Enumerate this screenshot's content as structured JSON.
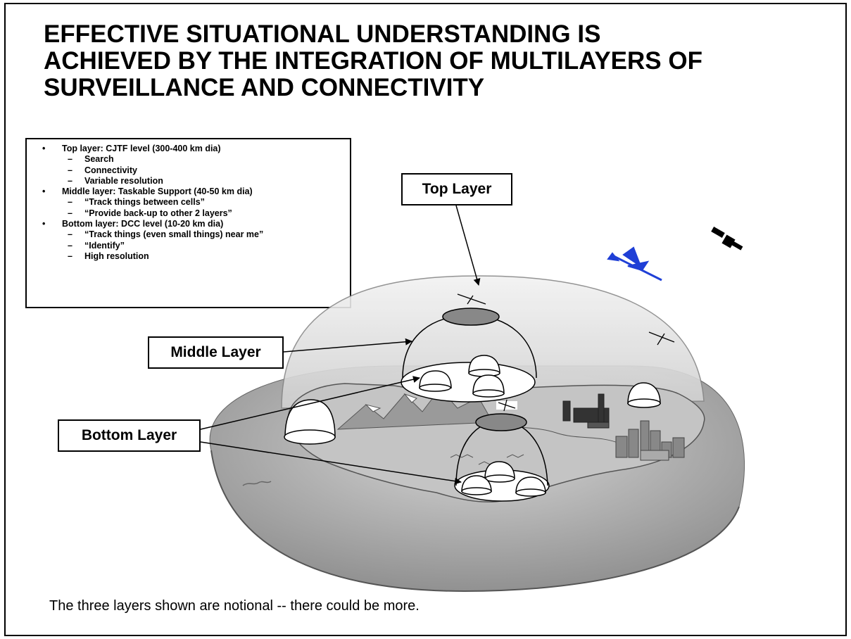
{
  "title": {
    "line1": "EFFECTIVE SITUATIONAL UNDERSTANDING IS",
    "line2": "ACHIEVED BY THE INTEGRATION OF MULTILAYERS OF",
    "line3": "SURVEILLANCE AND CONNECTIVITY"
  },
  "bullets": {
    "top": "Top layer:  CJTF level (300-400 km dia)",
    "top_items": [
      "Search",
      "Connectivity",
      "Variable resolution"
    ],
    "middle": "Middle layer:  Taskable Support (40-50 km dia)",
    "middle_items": [
      "“Track things between cells”",
      "“Provide back-up to other 2 layers”"
    ],
    "bottom": "Bottom layer:  DCC level (10-20 km dia)",
    "bottom_items": [
      "“Track things (even small things) near me”",
      "“Identify”",
      "High resolution"
    ]
  },
  "labels": {
    "top": "Top Layer",
    "middle": "Middle Layer",
    "bottom": "Bottom Layer"
  },
  "caption": "The three layers shown are notional -- there could be more.",
  "colors": {
    "border": "#000000",
    "airplane": "#1f3fd6",
    "dome": "#d9d9d9"
  }
}
